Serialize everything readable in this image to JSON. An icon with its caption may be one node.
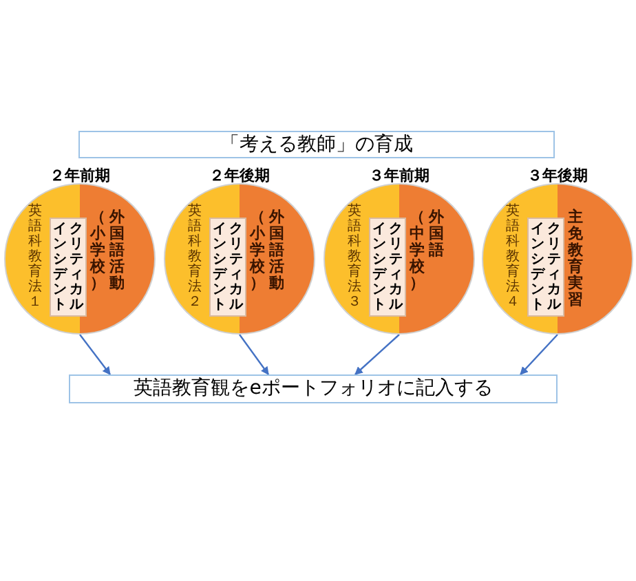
{
  "diagram": {
    "nodes": [
      {
        "text": [
          "「考える教師」の育成"
        ]
      },
      {
        "text": [
          "英語科教育法１",
          "（小学校）",
          "外国語活動"
        ],
        "beside": [
          "２年前期"
        ]
      },
      {
        "text": [
          "インシデント",
          "クリティカル"
        ],
        "in": 1
      },
      {
        "text": [
          "英語科教育法２",
          "（小学校）",
          "外国語活動"
        ],
        "beside": [
          "２年後期"
        ]
      },
      {
        "text": [
          "インシデント",
          "クリティカル"
        ],
        "in": 3
      },
      {
        "text": [
          "英語科教育法３",
          "（中学校）",
          "外国語"
        ],
        "beside": [
          "３年前期"
        ]
      },
      {
        "text": [
          "インシデント",
          "クリティカル"
        ],
        "in": 5
      },
      {
        "text": [
          "英語科教育法４",
          "主免教育実習"
        ],
        "beside": [
          "３年後期"
        ]
      },
      {
        "text": [
          "インシデント",
          "クリティカル"
        ],
        "in": 7
      },
      {
        "text": [
          "英語教育観をeポートフォリオに記入する"
        ]
      }
    ],
    "edges": [
      {
        "from": 1,
        "to": 9,
        "arrow": "to"
      },
      {
        "from": 3,
        "to": 9,
        "arrow": "to"
      },
      {
        "from": 5,
        "to": 9,
        "arrow": "to"
      },
      {
        "from": 7,
        "to": 9,
        "arrow": "to"
      }
    ]
  }
}
